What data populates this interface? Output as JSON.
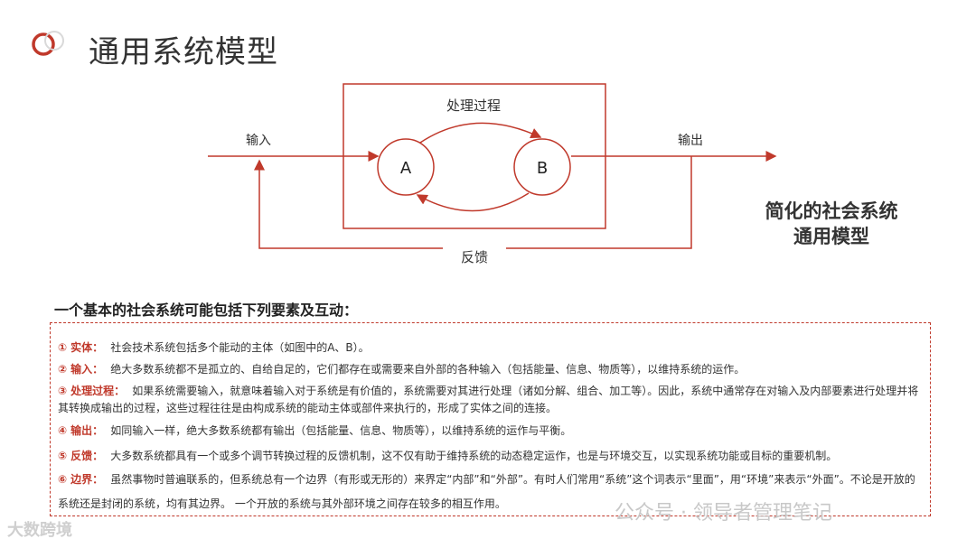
{
  "header": {
    "title": "通用系统模型"
  },
  "diagram": {
    "input_label": "输入",
    "output_label": "输出",
    "process_label": "处理过程",
    "node_a": "A",
    "node_b": "B",
    "feedback_label": "反馈"
  },
  "side_caption": {
    "line1": "简化的社会系统",
    "line2": "通用模型"
  },
  "subheading": "一个基本的社会系统可能包括下列要素及互动：",
  "items": [
    {
      "num": "①",
      "label": "实体：",
      "text": "社会技术系统包括多个能动的主体（如图中的A、B）。"
    },
    {
      "num": "②",
      "label": "输入：",
      "text": "绝大多数系统都不是孤立的、自给自足的，它们都存在或需要来自外部的各种输入（包括能量、信息、物质等），以维持系统的运作。"
    },
    {
      "num": "③",
      "label": "处理过程：",
      "text": "如果系统需要输入，就意味着输入对于系统是有价值的，系统需要对其进行处理（诸如分解、组合、加工等）。因此，系统中通常存在对输入及内部要素进行处理并将其转换成输出的过程，这些过程往往是由构成系统的能动主体或部件来执行的，形成了实体之间的连接。"
    },
    {
      "num": "④",
      "label": "输出：",
      "text": "如同输入一样，绝大多数系统都有输出（包括能量、信息、物质等），以维持系统的运作与平衡。"
    },
    {
      "num": "⑤",
      "label": "反馈：",
      "text": "大多数系统都具有一个或多个调节转换过程的反馈机制，这不仅有助于维持系统的动态稳定运作，也是与环境交互，以实现系统功能或目标的重要机制。"
    },
    {
      "num": "⑥",
      "label": "边界：",
      "text": "虽然事物时普遍联系的，但系统总有一个边界（有形或无形的）来界定“内部”和“外部”。有时人们常用“系统”这个词表示“里面”，用“环境”来表示“外面”。不论是开放的系统还是封闭的系统，均有其边界。 一个开放的系统与其外部环境之间存在较多的相互作用。"
    }
  ],
  "watermarks": {
    "left": "大数跨境",
    "right": "公众号 · 领导者管理笔记"
  },
  "colors": {
    "accent": "#c0392b"
  }
}
